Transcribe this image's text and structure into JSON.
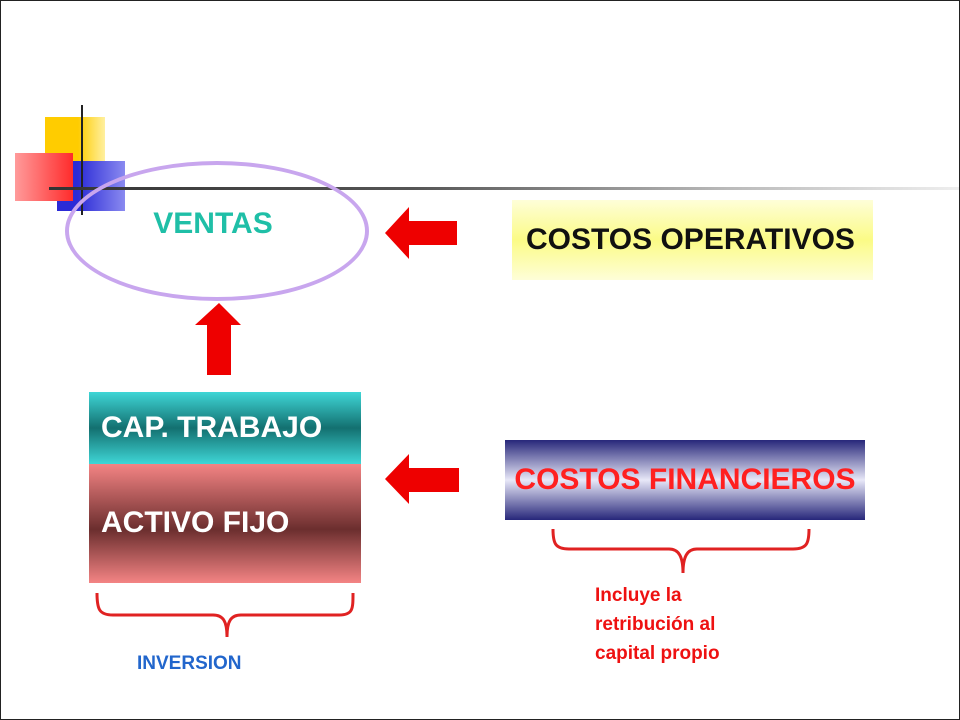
{
  "colors": {
    "arrow": "#ee0000",
    "brace": "#e02222",
    "oval": "#c8a6ee",
    "ventas_text": "#1fbfa7",
    "costos_fin_text": "#ff2020",
    "note_text": "#ee1111",
    "inversion_text": "#2266cc"
  },
  "nodes": {
    "ventas": "VENTAS",
    "costos_operativos": "COSTOS OPERATIVOS",
    "cap_trabajo": "CAP. TRABAJO",
    "activo_fijo": "ACTIVO FIJO",
    "costos_financieros": "COSTOS FINANCIEROS"
  },
  "notes": {
    "financieros_lines": [
      "Incluye la",
      "retribución al",
      "capital propio"
    ],
    "inversion": "INVERSION"
  },
  "icons": {
    "arrow_from_costos_operativos": "arrow-left-icon",
    "arrow_from_costos_financieros": "arrow-left-icon",
    "arrow_to_ventas": "arrow-up-icon"
  }
}
